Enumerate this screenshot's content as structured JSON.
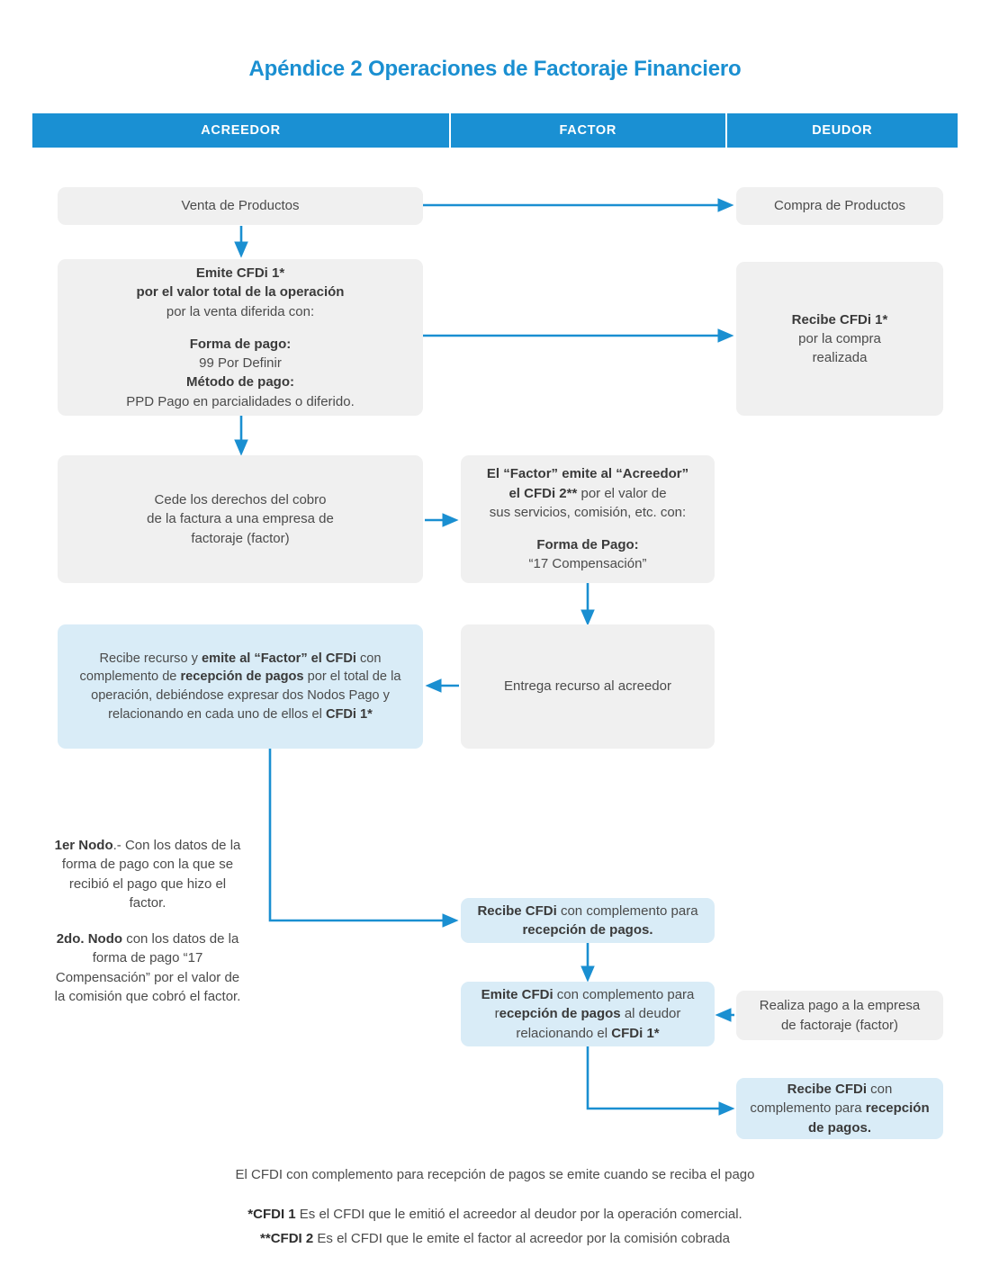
{
  "title": "Apéndice 2 Operaciones de Factoraje Financiero",
  "colors": {
    "accent": "#1a90d3",
    "title": "#1a8fd1",
    "grey_box": "#f0f0f0",
    "blue_box": "#d9ecf7",
    "arrow": "#1a8fd1",
    "text": "#4b4b4b"
  },
  "columns": [
    {
      "label": "ACREEDOR"
    },
    {
      "label": "FACTOR"
    },
    {
      "label": "DEUDOR"
    }
  ],
  "nodes": {
    "venta_productos": {
      "text": "Venta de Productos",
      "column": "ACREEDOR",
      "style": "grey"
    },
    "compra_productos": {
      "text": "Compra de Productos",
      "column": "DEUDOR",
      "style": "grey"
    },
    "emite_cfdi1": {
      "column": "ACREEDOR",
      "style": "grey",
      "lines": [
        {
          "text": "Emite CFDi 1*",
          "bold": true
        },
        {
          "text": "por el valor total de la operación",
          "bold": true
        },
        {
          "text": "por la venta diferida con:",
          "bold": false
        },
        {
          "text": "",
          "bold": false
        },
        {
          "text": "Forma de pago:",
          "bold": true
        },
        {
          "text": "99 Por Definir",
          "bold": false
        },
        {
          "text": "Método de pago:",
          "bold": true
        },
        {
          "text": "PPD Pago en parcialidades o diferido.",
          "bold": false
        }
      ]
    },
    "recibe_cfdi1": {
      "column": "DEUDOR",
      "style": "grey",
      "lines": [
        {
          "text": "Recibe CFDi 1*",
          "bold": true
        },
        {
          "text": "por la compra",
          "bold": false
        },
        {
          "text": "realizada",
          "bold": false
        }
      ]
    },
    "cede_derechos": {
      "column": "ACREEDOR",
      "style": "grey",
      "lines": [
        {
          "text": "Cede los derechos del cobro",
          "bold": false
        },
        {
          "text": "de la factura a una empresa de",
          "bold": false
        },
        {
          "text": "factoraje (factor)",
          "bold": false
        }
      ]
    },
    "factor_emite_cfdi2": {
      "column": "FACTOR",
      "style": "grey",
      "segments": [
        {
          "text": "El “Factor” emite al “Acreedor”",
          "bold": true,
          "br": true
        },
        {
          "text": "el CFDi 2**",
          "bold": true
        },
        {
          "text": " por el valor de",
          "bold": false,
          "br": true
        },
        {
          "text": "sus servicios, comisión, etc. con:",
          "bold": false,
          "br": true
        },
        {
          "text": "",
          "bold": false,
          "gap": true
        },
        {
          "text": "Forma de Pago:",
          "bold": true,
          "br": true
        },
        {
          "text": "“17 Compensación”",
          "bold": false
        }
      ]
    },
    "recibe_recurso": {
      "column": "ACREEDOR",
      "style": "blue",
      "segments": [
        {
          "text": "Recibe recurso y ",
          "bold": false
        },
        {
          "text": "emite al “Factor” el CFDi",
          "bold": true
        },
        {
          "text": " con complemento de ",
          "bold": false
        },
        {
          "text": "recepción de pagos",
          "bold": true
        },
        {
          "text": " por el total de la operación, debiéndose expresar dos Nodos Pago y relacionando en cada uno de ellos el ",
          "bold": false
        },
        {
          "text": "CFDi 1*",
          "bold": true
        }
      ]
    },
    "entrega_recurso": {
      "column": "FACTOR",
      "style": "grey",
      "text": "Entrega recurso al acreedor"
    },
    "recibe_cfdi_complemento": {
      "column": "FACTOR",
      "style": "blue",
      "segments": [
        {
          "text": "Recibe CFDi",
          "bold": true
        },
        {
          "text": " con complemento para ",
          "bold": false
        },
        {
          "text": "recepción de pagos.",
          "bold": true
        }
      ]
    },
    "emite_cfdi_complemento": {
      "column": "FACTOR",
      "style": "blue",
      "segments": [
        {
          "text": "Emite CFDi",
          "bold": true
        },
        {
          "text": " con complemento para r",
          "bold": false
        },
        {
          "text": "ecepción de pagos",
          "bold": true
        },
        {
          "text": " al deudor relacionando el ",
          "bold": false
        },
        {
          "text": "CFDi 1*",
          "bold": true
        }
      ]
    },
    "realiza_pago": {
      "column": "DEUDOR",
      "style": "grey",
      "lines": [
        {
          "text": "Realiza pago a la empresa",
          "bold": false
        },
        {
          "text": "de factoraje (factor)",
          "bold": false
        }
      ]
    },
    "deudor_recibe_cfdi": {
      "column": "DEUDOR",
      "style": "blue",
      "segments": [
        {
          "text": "Recibe CFDi",
          "bold": true
        },
        {
          "text": " con complemento para ",
          "bold": false
        },
        {
          "text": "recepción de pagos.",
          "bold": true
        }
      ]
    }
  },
  "side_notes": {
    "nodo1": {
      "segments": [
        {
          "text": "1er Nodo",
          "bold": true
        },
        {
          "text": ".- Con los datos de la forma de pago con la que se recibió el pago que hizo el factor.",
          "bold": false
        }
      ]
    },
    "nodo2": {
      "segments": [
        {
          "text": "2do. Nodo",
          "bold": true
        },
        {
          "text": " con los datos de la forma de pago “17 Compensación” por el valor de la comisión que cobró el factor.",
          "bold": false
        }
      ]
    }
  },
  "footer": {
    "line1": "El CFDI con complemento para recepción de pagos se emite cuando se reciba el pago",
    "line2": [
      {
        "text": "*CFDI 1",
        "bold": true
      },
      {
        "text": " Es el CFDI que le emitió el acreedor al deudor por la operación comercial.",
        "bold": false
      }
    ],
    "line3": [
      {
        "text": "**CFDI 2",
        "bold": true
      },
      {
        "text": " Es el CFDI que le emite el factor al acreedor por la comisión cobrada",
        "bold": false
      }
    ]
  }
}
